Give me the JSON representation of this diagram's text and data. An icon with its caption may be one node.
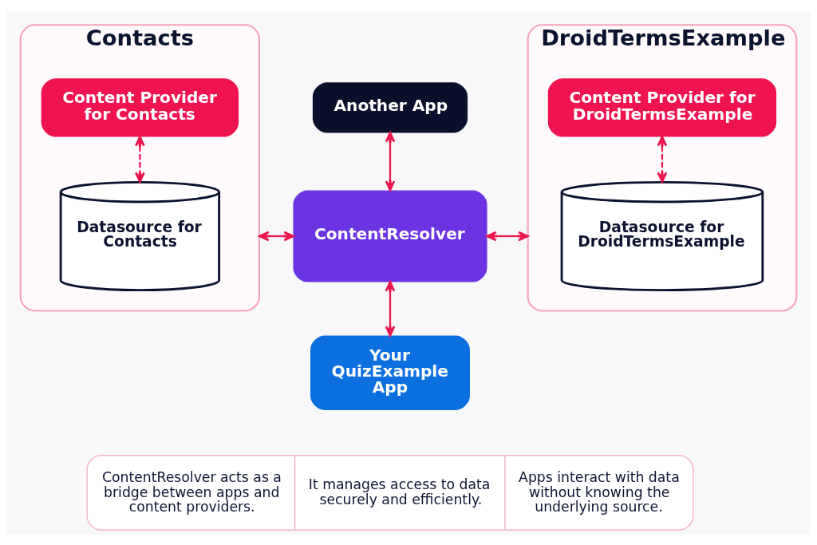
{
  "diagram": {
    "nodes": [
      {
        "text": [
          "Contacts"
        ]
      },
      {
        "text": [
          "Content Provider for Contacts"
        ],
        "in": 0
      },
      {
        "text": [
          "Datasource for Contacts"
        ],
        "in": 0
      },
      {
        "text": [
          "Another App"
        ]
      },
      {
        "text": [
          "ContentResolver"
        ]
      },
      {
        "text": [
          "Your QuizExample App"
        ]
      },
      {
        "text": [
          "DroidTermsExample"
        ]
      },
      {
        "text": [
          "Content Provider for DroidTermsExample"
        ],
        "in": 6
      },
      {
        "text": [
          "Datasource for DroidTermsExample"
        ],
        "in": 6
      },
      {
        "text": [
          "ContentResolver acts as a bridge between apps and content providers.",
          "It manages access to data securely and efficiently.",
          "Apps interact with data without knowing the underlying source."
        ]
      }
    ],
    "edges": [
      {
        "from": 1,
        "to": 2,
        "arrow": "both",
        "style": "dashed"
      },
      {
        "from": 0,
        "to": 4,
        "arrow": "both"
      },
      {
        "from": 3,
        "to": 4,
        "arrow": "both"
      },
      {
        "from": 4,
        "to": 5,
        "arrow": "both"
      },
      {
        "from": 4,
        "to": 6,
        "arrow": "both"
      },
      {
        "from": 7,
        "to": 8,
        "arrow": "both",
        "style": "dashed"
      }
    ]
  }
}
